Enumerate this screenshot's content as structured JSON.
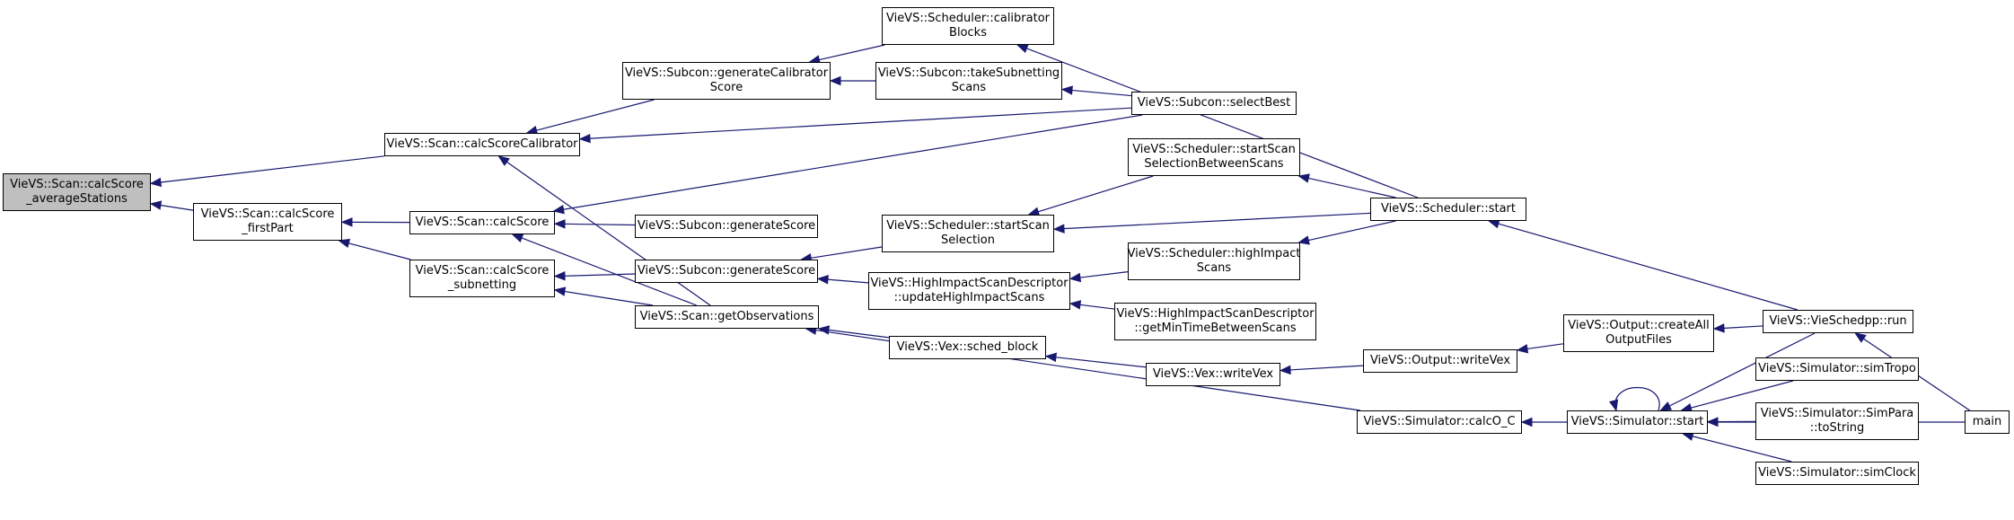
{
  "graph": {
    "edge_color": "#191970",
    "root_fill": "#bfbfbf",
    "nodes": [
      {
        "id": "avg",
        "lines": [
          "VieVS::Scan::calcScore",
          "_averageStations"
        ],
        "root": true
      },
      {
        "id": "fp",
        "lines": [
          "VieVS::Scan::calcScore",
          "_firstPart"
        ]
      },
      {
        "id": "cal",
        "lines": [
          "VieVS::Scan::calcScoreCalibrator"
        ]
      },
      {
        "id": "cs",
        "lines": [
          "VieVS::Scan::calcScore"
        ]
      },
      {
        "id": "sub",
        "lines": [
          "VieVS::Scan::calcScore",
          "_subnetting"
        ]
      },
      {
        "id": "gcs",
        "lines": [
          "VieVS::Subcon::generateCalibrator",
          "Score"
        ]
      },
      {
        "id": "gs1",
        "lines": [
          "VieVS::Subcon::generateScore"
        ]
      },
      {
        "id": "gs2",
        "lines": [
          "VieVS::Subcon::generateScore"
        ]
      },
      {
        "id": "go",
        "lines": [
          "VieVS::Scan::getObservations"
        ]
      },
      {
        "id": "scb",
        "lines": [
          "VieVS::Scheduler::calibrator",
          "Blocks"
        ]
      },
      {
        "id": "tss",
        "lines": [
          "VieVS::Subcon::takeSubnetting",
          "Scans"
        ]
      },
      {
        "id": "ssel",
        "lines": [
          "VieVS::Scheduler::startScan",
          "Selection"
        ]
      },
      {
        "id": "uhi",
        "lines": [
          "VieVS::HighImpactScanDescriptor",
          "::updateHighImpactScans"
        ]
      },
      {
        "id": "sb",
        "lines": [
          "VieVS::Vex::sched_block"
        ]
      },
      {
        "id": "ssbs",
        "lines": [
          "VieVS::Scheduler::startScan",
          "SelectionBetweenScans"
        ]
      },
      {
        "id": "shi",
        "lines": [
          "VieVS::Scheduler::highImpact",
          "Scans"
        ]
      },
      {
        "id": "gmt",
        "lines": [
          "VieVS::HighImpactScanDescriptor",
          "::getMinTimeBetweenScans"
        ]
      },
      {
        "id": "best",
        "lines": [
          "VieVS::Subcon::selectBest"
        ]
      },
      {
        "id": "start",
        "lines": [
          "VieVS::Scheduler::start"
        ]
      },
      {
        "id": "wvex",
        "lines": [
          "VieVS::Vex::writeVex"
        ]
      },
      {
        "id": "owvex",
        "lines": [
          "VieVS::Output::writeVex"
        ]
      },
      {
        "id": "calco",
        "lines": [
          "VieVS::Simulator::calcO_C"
        ]
      },
      {
        "id": "coof",
        "lines": [
          "VieVS::Output::createAll",
          "OutputFiles"
        ]
      },
      {
        "id": "simst",
        "lines": [
          "VieVS::Simulator::start"
        ]
      },
      {
        "id": "run",
        "lines": [
          "VieVS::VieSchedpp::run"
        ]
      },
      {
        "id": "tropo",
        "lines": [
          "VieVS::Simulator::simTropo"
        ]
      },
      {
        "id": "para",
        "lines": [
          "VieVS::Simulator::SimPara",
          "::toString"
        ]
      },
      {
        "id": "clock",
        "lines": [
          "VieVS::Simulator::simClock"
        ]
      },
      {
        "id": "main",
        "lines": [
          "main"
        ]
      }
    ],
    "edges": [
      [
        "fp",
        "avg"
      ],
      [
        "cal",
        "avg"
      ],
      [
        "cs",
        "fp"
      ],
      [
        "sub",
        "fp"
      ],
      [
        "gcs",
        "cal"
      ],
      [
        "best",
        "cal"
      ],
      [
        "go",
        "cal"
      ],
      [
        "best",
        "cs"
      ],
      [
        "gs1",
        "cs"
      ],
      [
        "go",
        "cs"
      ],
      [
        "gs2",
        "sub"
      ],
      [
        "go",
        "sub"
      ],
      [
        "scb",
        "gcs"
      ],
      [
        "tss",
        "gcs"
      ],
      [
        "best",
        "tss"
      ],
      [
        "ssel",
        "gs2"
      ],
      [
        "uhi",
        "gs2"
      ],
      [
        "sb",
        "go"
      ],
      [
        "calco",
        "go"
      ],
      [
        "start",
        "scb"
      ],
      [
        "ssbs",
        "ssel"
      ],
      [
        "start",
        "ssel"
      ],
      [
        "shi",
        "uhi"
      ],
      [
        "gmt",
        "uhi"
      ],
      [
        "start",
        "ssbs"
      ],
      [
        "start",
        "shi"
      ],
      [
        "run",
        "start"
      ],
      [
        "wvex",
        "sb"
      ],
      [
        "owvex",
        "wvex"
      ],
      [
        "coof",
        "owvex"
      ],
      [
        "run",
        "coof"
      ],
      [
        "simst",
        "calco"
      ],
      [
        "simst",
        "simst"
      ],
      [
        "run",
        "simst"
      ],
      [
        "tropo",
        "simst"
      ],
      [
        "para",
        "simst"
      ],
      [
        "clock",
        "simst"
      ],
      [
        "main",
        "simst"
      ],
      [
        "main",
        "run"
      ]
    ]
  }
}
